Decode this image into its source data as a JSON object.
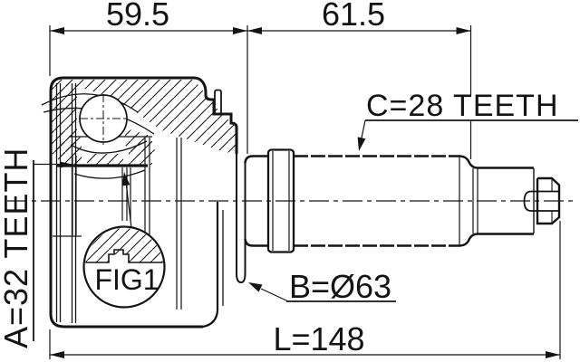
{
  "drawing": {
    "background": "#ffffff",
    "line_color": "#141414",
    "labels": {
      "dim_top_left": "59.5",
      "dim_top_right": "61.5",
      "spline_count_a": "A=32 TEETH",
      "spline_count_c": "C=28 TEETH",
      "outer_diameter_b": "B=Ø63",
      "total_length": "L=148",
      "figure_ref": "FIG1"
    }
  }
}
